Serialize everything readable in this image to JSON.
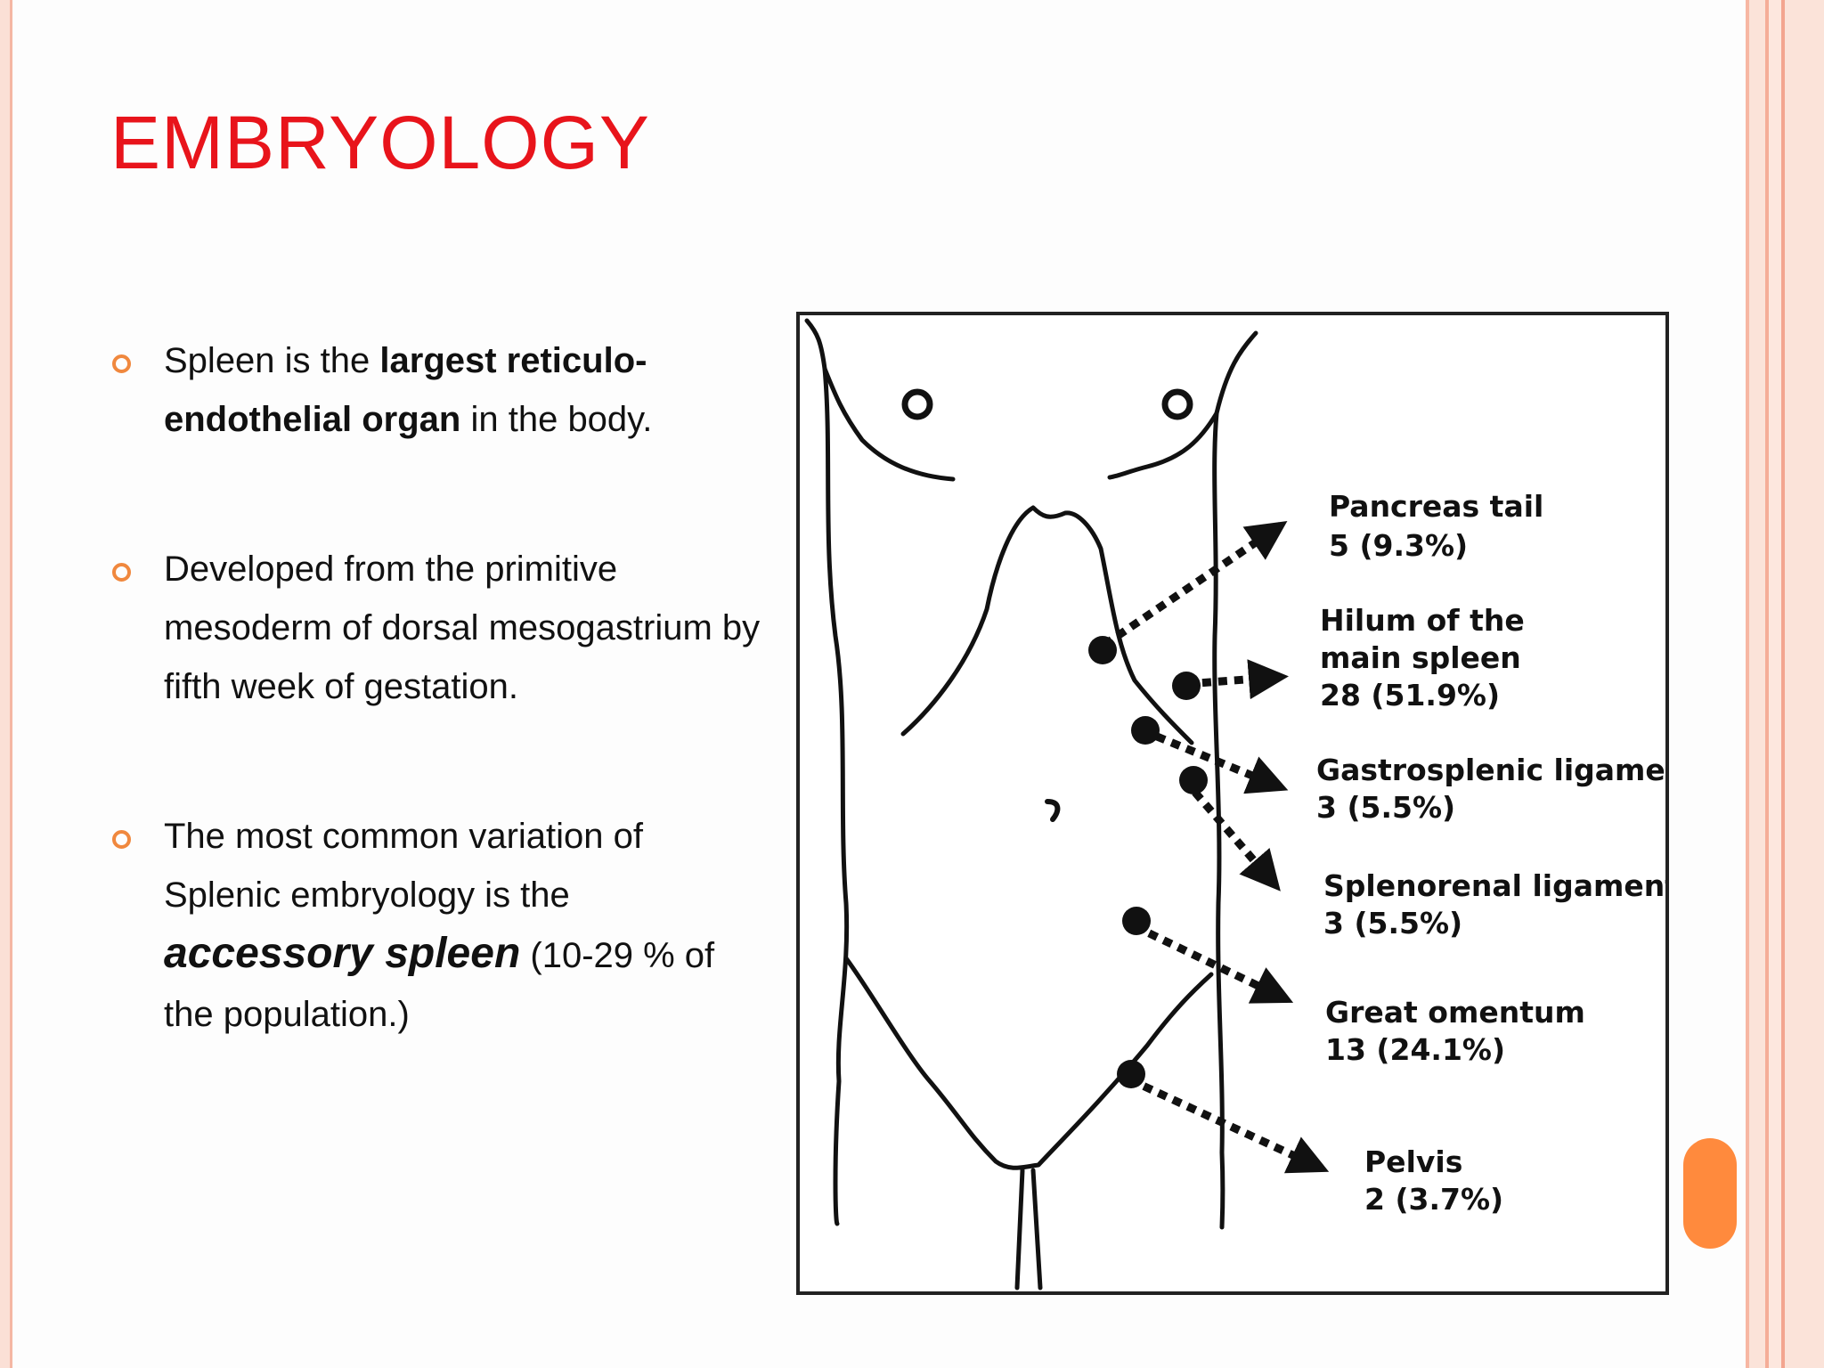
{
  "slide": {
    "title": "EMBRYOLOGY",
    "bullets": [
      {
        "lines": [
          {
            "parts": [
              {
                "t": "Spleen is the ",
                "s": "normal"
              },
              {
                "t": "largest reticulo-",
                "s": "bold"
              }
            ]
          },
          {
            "parts": [
              {
                "t": "endothelial organ",
                "s": "bold"
              },
              {
                "t": " in the body.",
                "s": "normal"
              }
            ]
          }
        ]
      },
      {
        "lines": [
          {
            "parts": [
              {
                "t": "Developed from the primitive",
                "s": "normal"
              }
            ]
          },
          {
            "parts": [
              {
                "t": "mesoderm of dorsal mesogastrium by",
                "s": "normal"
              }
            ]
          },
          {
            "parts": [
              {
                "t": "fifth week of gestation.",
                "s": "normal"
              }
            ]
          }
        ]
      },
      {
        "lines": [
          {
            "parts": [
              {
                "t": "The most common variation of",
                "s": "normal"
              }
            ]
          },
          {
            "parts": [
              {
                "t": "Splenic embryology is the",
                "s": "normal"
              }
            ]
          },
          {
            "parts": [
              {
                "t": "accessory spleen",
                "s": "big-bold-italic"
              },
              {
                "t": " (10-29 % of",
                "s": "normal"
              }
            ]
          },
          {
            "parts": [
              {
                "t": "the population.)",
                "s": "normal"
              }
            ]
          }
        ]
      }
    ]
  },
  "figure": {
    "locations": [
      {
        "name": "Pancreas tail",
        "value": "5 (9.3%)"
      },
      {
        "name": "Hilum of the",
        "name2": "main spleen",
        "value": "28 (51.9%)"
      },
      {
        "name": "Gastrosplenic ligament",
        "value": "3 (5.5%)"
      },
      {
        "name": "Splenorenal ligament",
        "value": "3 (5.5%)"
      },
      {
        "name": "Great omentum",
        "value": "13 (24.1%)"
      },
      {
        "name": "Pelvis",
        "value": "2 (3.7%)"
      }
    ]
  },
  "theme": {
    "title_color": "#e8141b",
    "bullet_color": "#f0883e",
    "accent_circle": "#ff8a3d"
  }
}
